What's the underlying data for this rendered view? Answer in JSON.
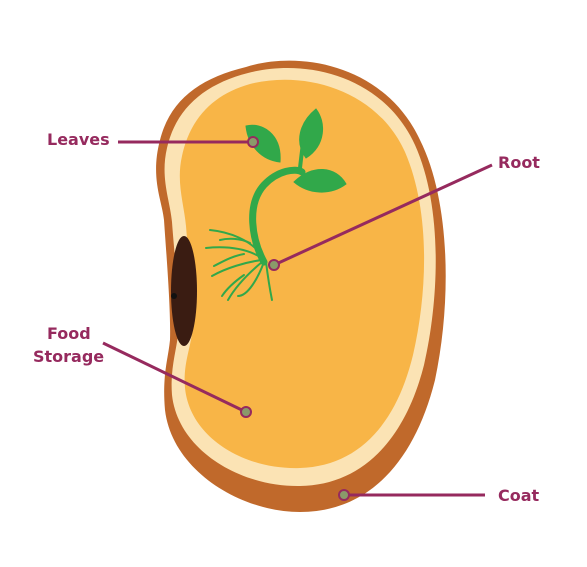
{
  "diagram": {
    "labels": {
      "leaves": "Leaves",
      "root": "Root",
      "food_line1": "Food",
      "food_line2": "Storage",
      "coat": "Coat"
    },
    "colors": {
      "label_text": "#962a5e",
      "leader_line": "#962a5e",
      "marker_fill": "#8a9a6a",
      "coat_outer": "#c0692b",
      "coat_inner_rim": "#fbe3b4",
      "food_storage": "#f8b547",
      "hilum": "#3a1c12",
      "sprout": "#31a84a"
    }
  }
}
